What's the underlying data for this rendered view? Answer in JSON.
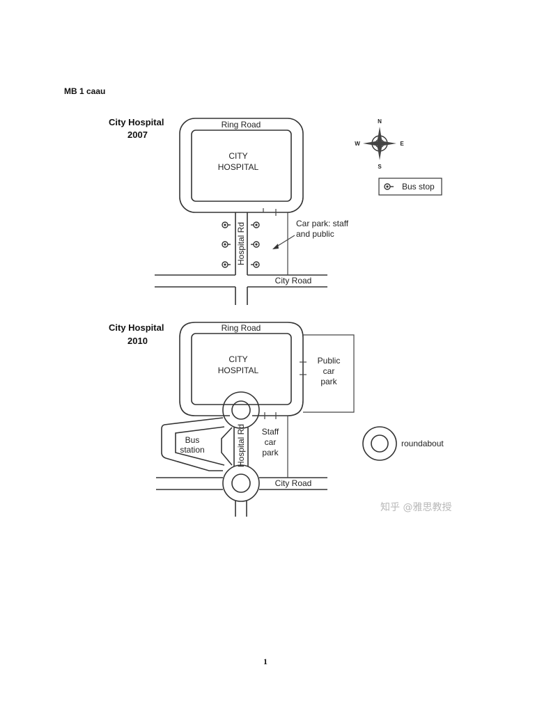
{
  "header": {
    "text": "MB 1 caau"
  },
  "map2007": {
    "title": "City Hospital",
    "year": "2007",
    "ring_road": "Ring Road",
    "hospital_line1": "CITY",
    "hospital_line2": "HOSPITAL",
    "hospital_rd": "Hospital Rd",
    "car_park_line1": "Car park: staff",
    "car_park_line2": "and public",
    "city_road": "City Road"
  },
  "legend": {
    "compass": {
      "n": "N",
      "s": "S",
      "e": "E",
      "w": "W"
    },
    "bus_stop": "Bus stop",
    "roundabout": "roundabout"
  },
  "map2010": {
    "title": "City Hospital",
    "year": "2010",
    "ring_road": "Ring Road",
    "hospital_line1": "CITY",
    "hospital_line2": "HOSPITAL",
    "public_car_park_line1": "Public",
    "public_car_park_line2": "car",
    "public_car_park_line3": "park",
    "bus_station_line1": "Bus",
    "bus_station_line2": "station",
    "hospital_rd": "Hospital Rd",
    "staff_car_park_line1": "Staff",
    "staff_car_park_line2": "car",
    "staff_car_park_line3": "park",
    "city_road": "City Road"
  },
  "watermark": "知乎 @雅思教授",
  "page_number": "1"
}
